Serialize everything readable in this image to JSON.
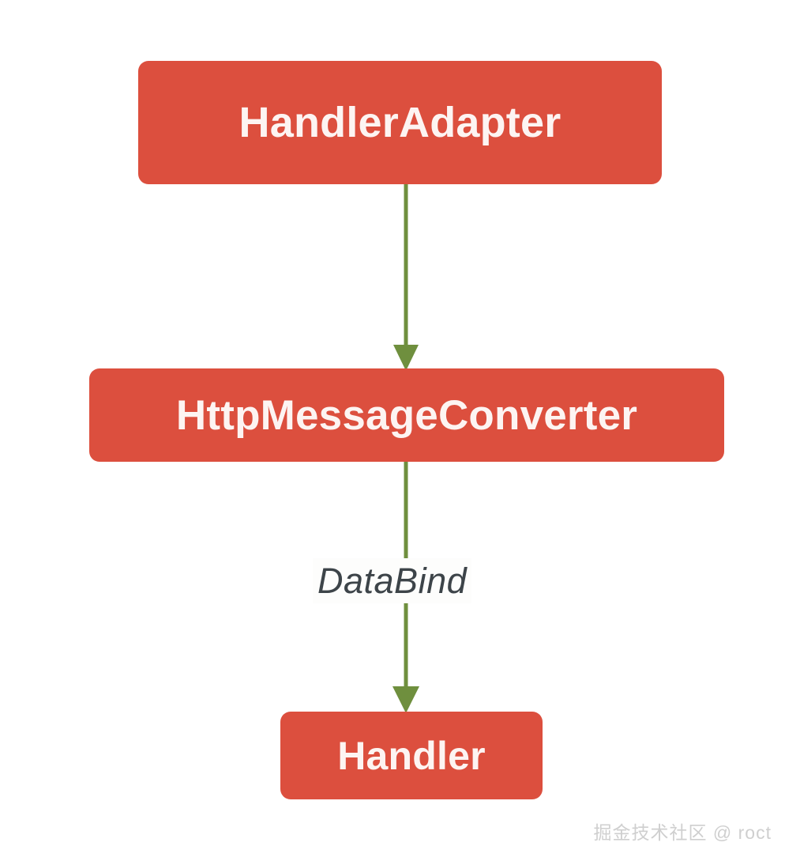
{
  "diagram": {
    "title": "HandlerAdapter to Handler request processing flow",
    "background_color": "#ffffff",
    "node_fill_color": "#dc4f3e",
    "node_text_color": "#fdf4f2",
    "arrow_color": "#6f8f3e",
    "label_text_color": "#3d4449",
    "nodes": [
      {
        "id": "handler-adapter",
        "label": "HandlerAdapter"
      },
      {
        "id": "http-message-converter",
        "label": "HttpMessageConverter"
      },
      {
        "id": "handler",
        "label": "Handler"
      }
    ],
    "edges": [
      {
        "id": "adapter-to-converter",
        "from": "handler-adapter",
        "to": "http-message-converter",
        "label": "",
        "direction": "down",
        "arrowhead": "solid-triangle"
      },
      {
        "id": "converter-to-handler",
        "from": "http-message-converter",
        "to": "handler",
        "label": "DataBind",
        "direction": "down",
        "arrowhead": "solid-triangle"
      }
    ]
  },
  "watermark": {
    "text": "掘金技术社区 @ roct"
  }
}
